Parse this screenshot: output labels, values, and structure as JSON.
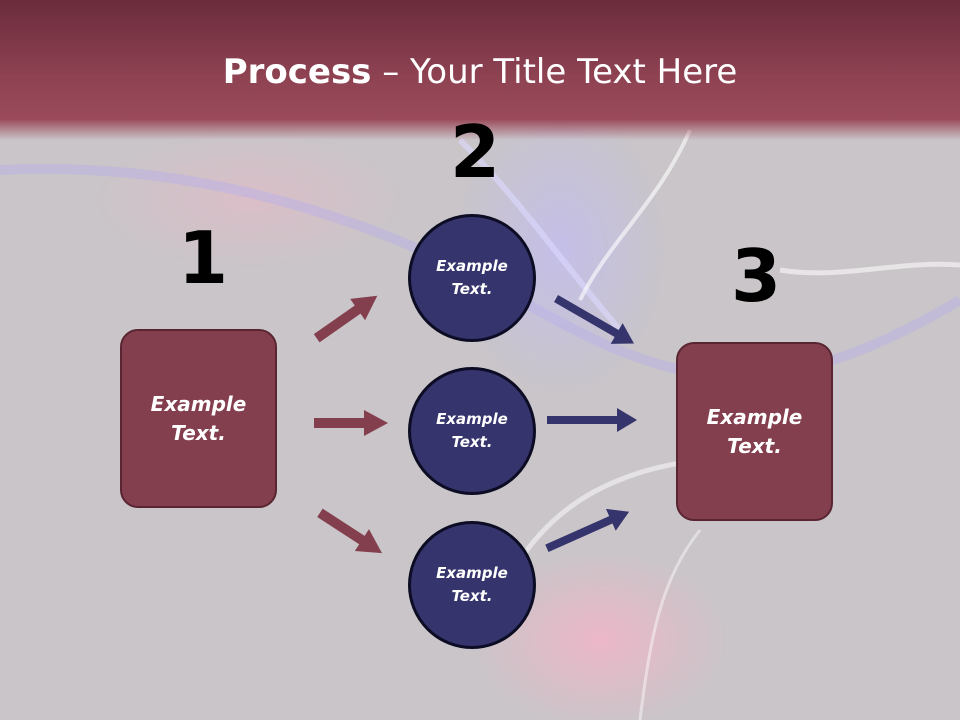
{
  "title": {
    "bold": "Process",
    "rest": " – Your Title Text Here"
  },
  "numbers": {
    "step1": "1",
    "step2": "2",
    "step3": "3"
  },
  "step1_box": {
    "text": "Example\nText."
  },
  "step2_circles": [
    {
      "text": "Example\nText."
    },
    {
      "text": "Example\nText."
    },
    {
      "text": "Example\nText."
    }
  ],
  "step3_box": {
    "text": "Example\nText."
  },
  "colors": {
    "header": "#8e4252",
    "box_fill": "#843f4e",
    "circle_fill": "#35346c",
    "left_arrows": "#843f4e",
    "right_arrows": "#35346c"
  }
}
